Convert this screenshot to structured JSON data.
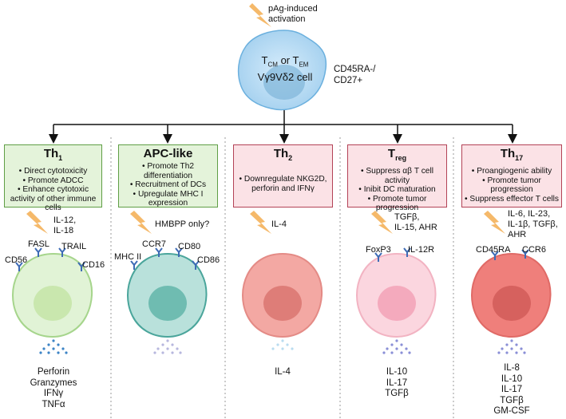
{
  "top": {
    "activation": "pAg-induced\nactivation",
    "cell_line1": "T",
    "cm": "CM",
    "or": " or T",
    "em": "EM",
    "cell_line2": "Vγ9Vδ2 cell",
    "markers": "CD45RA-/\nCD27+"
  },
  "columns": [
    {
      "title": "Th",
      "title_sub": "1",
      "bullets": [
        "Direct cytotoxicity",
        "Promote ADCC",
        "Enhance cytotoxic activity of other immune cells"
      ],
      "cytokines": [
        "IL-12,",
        "IL-18"
      ],
      "receptors": [
        "CD56",
        "FASL",
        "TRAIL",
        "CD16"
      ],
      "outputs": [
        "Perforin",
        "Granzymes",
        "IFNγ",
        "TNFα"
      ]
    },
    {
      "title": "APC-like",
      "bullets": [
        "Promote Th2 differentiation",
        "Recruitment of DCs",
        "Upregulate MHC I expression"
      ],
      "cytokines": [
        "HMBPP only?"
      ],
      "receptors": [
        "MHC II",
        "CCR7",
        "CD80",
        "CD86"
      ],
      "outputs": []
    },
    {
      "title": "Th",
      "title_sub": "2",
      "bullets": [
        "Downregulate NKG2D, perforin and IFNγ"
      ],
      "cytokines": [
        "IL-4"
      ],
      "receptors": [],
      "outputs": [
        "IL-4"
      ]
    },
    {
      "title": "T",
      "title_sub": "reg",
      "bullets": [
        "Suppress αβ T cell activity",
        "Inibit DC maturation",
        "Promote tumor progression"
      ],
      "cytokines": [
        "TGFβ,",
        "IL-15, AHR"
      ],
      "receptors": [
        "FoxP3",
        "IL-12R"
      ],
      "outputs": [
        "IL-10",
        "IL-17",
        "TGFβ"
      ]
    },
    {
      "title": "Th",
      "title_sub": "17",
      "bullets": [
        "Proangiogenic ability",
        "Promote tumor progression",
        "Suppress effector T cells"
      ],
      "cytokines": [
        "IL-6, IL-23,",
        "IL-1β, TGFβ,",
        "AHR"
      ],
      "receptors": [
        "CD45RA",
        "CCR6"
      ],
      "outputs": [
        "IL-8",
        "IL-10",
        "IL-17",
        "TGFβ",
        "GM-CSF"
      ]
    }
  ],
  "colors": {
    "green_box": "#e4f3da",
    "green_border": "#5f9e45",
    "pink_box": "#fbe2e6",
    "pink_border": "#b34256",
    "lightning": "#f5b96a",
    "top_cell": "#a9d3f0"
  }
}
